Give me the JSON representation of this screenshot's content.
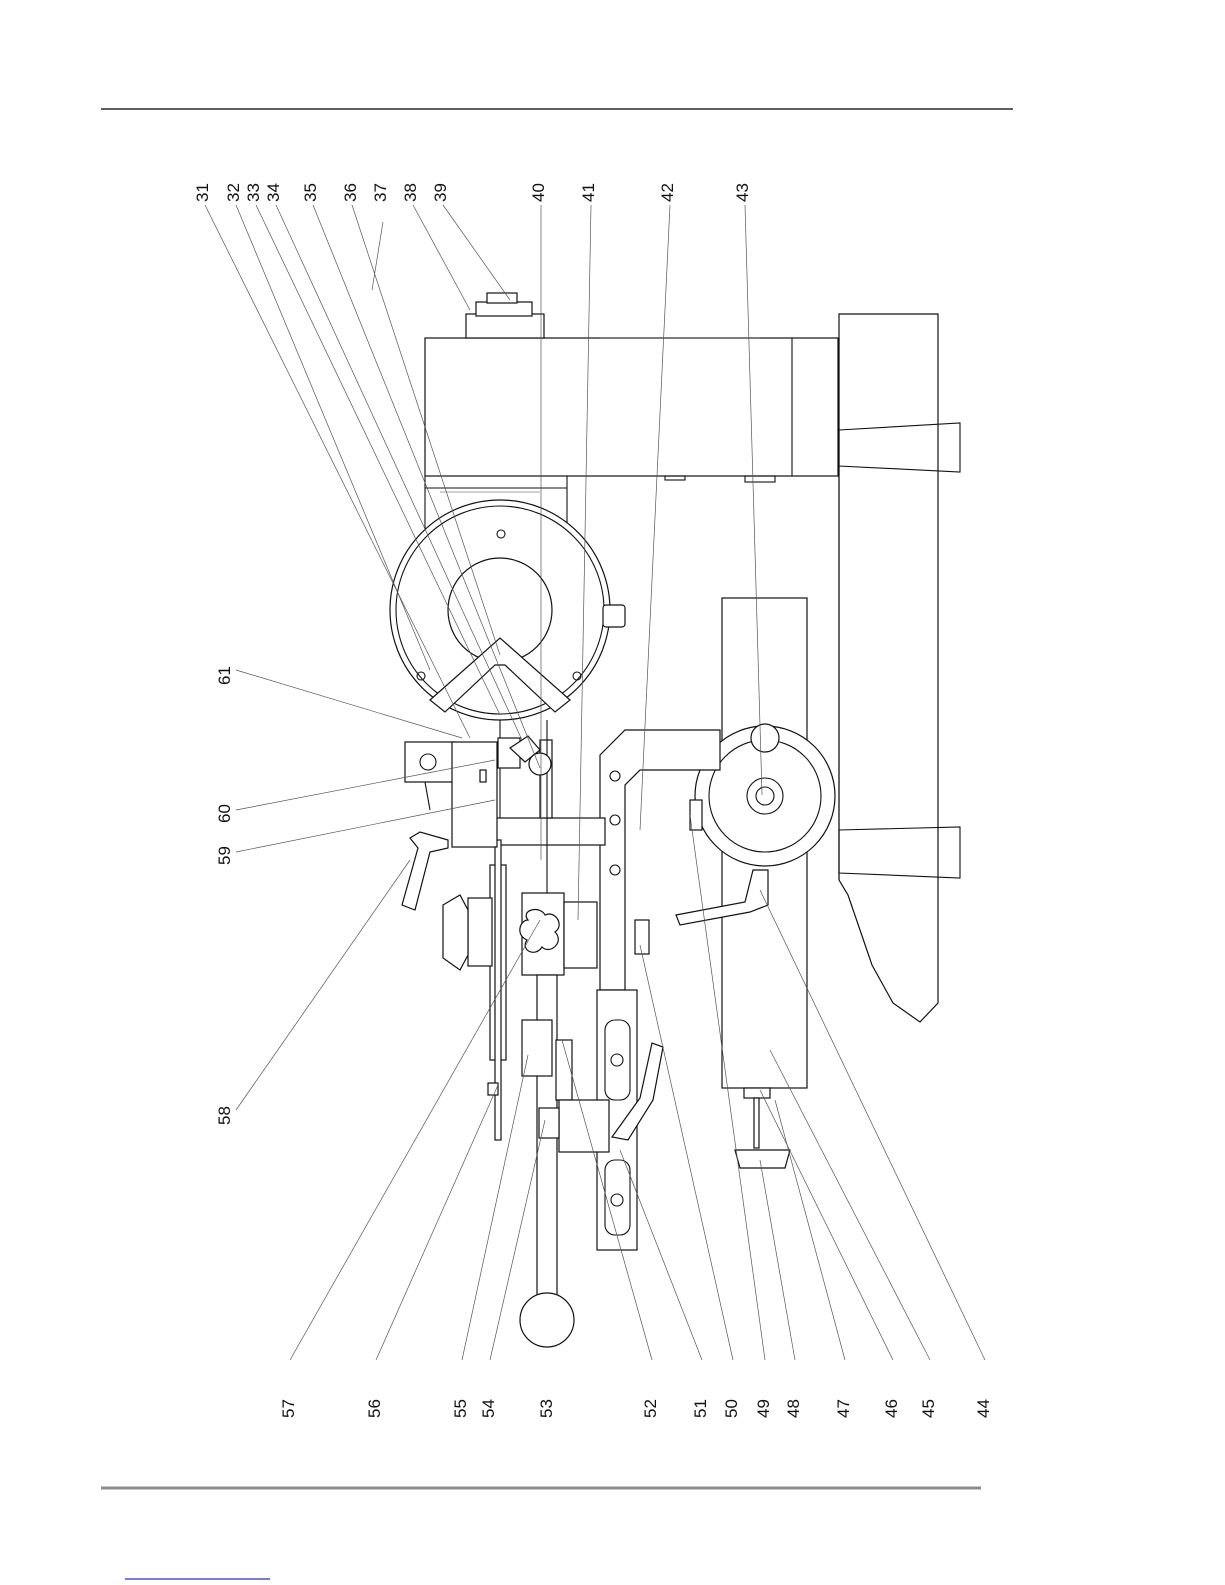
{
  "labels_top": [
    "31",
    "32",
    "33",
    "34",
    "35",
    "36",
    "37",
    "38",
    "39",
    "40",
    "41",
    "42",
    "43"
  ],
  "labels_bottom": [
    "57",
    "56",
    "55",
    "54",
    "53",
    "52",
    "51",
    "50",
    "49",
    "48",
    "47",
    "46",
    "45",
    "44"
  ],
  "labels_left": [
    "61",
    "60",
    "59",
    "58"
  ],
  "colors": {
    "line": "#111111",
    "header_rule": "#000000",
    "footer_rule": "#8c8c8c",
    "footer_link": "#2b2bd6"
  }
}
